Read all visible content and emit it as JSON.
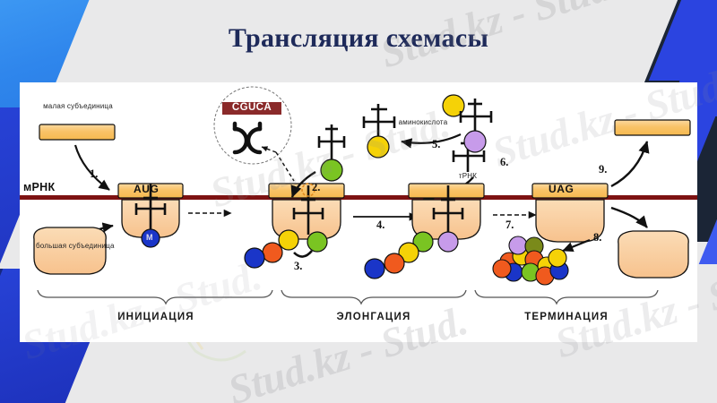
{
  "slide": {
    "title": "Трансляция схемасы",
    "background_color": "#e9e9ea",
    "title_color": "#1e2a5a",
    "watermark_text": "Stud.kz - Stud."
  },
  "diagram": {
    "panel_background": "#ffffff",
    "mrna_color": "#7d1212",
    "ribosome_fill": "#f8cfa0",
    "subunit_fill": "#f8c677",
    "labels": {
      "mrna": "мРНК",
      "small_subunit": "малая субъединица",
      "large_subunit": "большая субъединица",
      "amino_acid": "аминокислота",
      "trna": "тРНК",
      "start_codon": "AUG",
      "stop_codon": "UAG",
      "magnified_codon": "CGUCA",
      "methionine": "М"
    },
    "steps": [
      "1.",
      "2.",
      "3.",
      "4.",
      "5.",
      "6.",
      "7.",
      "8.",
      "9."
    ],
    "stages": [
      "ИНИЦИАЦИЯ",
      "ЭЛОНГАЦИЯ",
      "ТЕРМИНАЦИЯ"
    ],
    "amino_acid_colors": {
      "blue": "#1a35c8",
      "orange": "#f05a1e",
      "yellow": "#f5d207",
      "green": "#7ac422",
      "purple": "#c79bea",
      "methionine_blue": "#1a35c8"
    }
  }
}
